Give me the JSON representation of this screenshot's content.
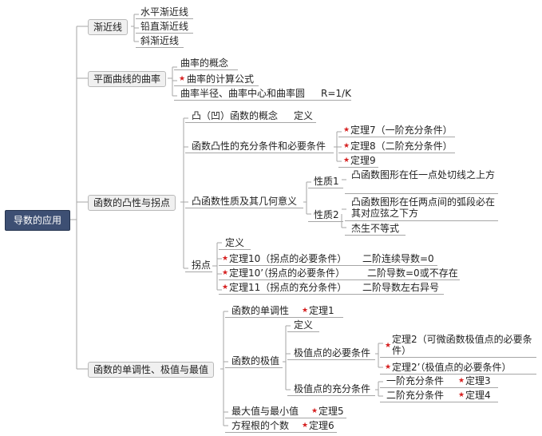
{
  "root": "导数的应用",
  "branches": {
    "asymptote": {
      "label": "渐近线",
      "items": [
        "水平渐近线",
        "铅直渐近线",
        "斜渐近线"
      ]
    },
    "curvature": {
      "label": "平面曲线的曲率",
      "items": [
        "曲率的概念",
        "曲率的计算公式",
        "曲率半径、曲率中心和曲率圆",
        "R=1/K"
      ]
    },
    "convexity": {
      "label": "函数的凸性与拐点",
      "concept": "凸（凹）函数的概念",
      "concept_def": "定义",
      "condition": "函数凸性的充分条件和必要条件",
      "thm7": "定理7（一阶充分条件）",
      "thm8": "定理8（二阶充分条件）",
      "thm9": "定理9",
      "geometry": "凸函数性质及其几何意义",
      "prop1": "性质1",
      "prop1_text": "凸函数图形在任一点处切线之上方",
      "prop2": "性质2",
      "prop2_text": "凸函数图形在任两点间的弧段必在其对应弦之下方",
      "jensen": "杰生不等式",
      "inflection": "拐点",
      "inf_def": "定义",
      "thm10": "定理10（拐点的必要条件）",
      "thm10_note": "二阶连续导数=0",
      "thm10p": "定理10’（拐点的必要条件）",
      "thm10p_note": "二阶导数=0或不存在",
      "thm11": "定理11（拐点的充分条件）",
      "thm11_note": "二阶导数左右异号"
    },
    "monotonic": {
      "label": "函数的单调性、极值与最值",
      "mono": "函数的单调性",
      "thm1": "定理1",
      "extreme": "函数的极值",
      "ext_def": "定义",
      "necessary": "极值点的必要条件",
      "thm2": "定理2（可微函数极值点的必要条件）",
      "thm2p": "定理2’（极值点的必要条件）",
      "sufficient": "极值点的充分条件",
      "first": "一阶充分条件",
      "thm3": "定理3",
      "second": "二阶充分条件",
      "thm4": "定理4",
      "maxmin": "最大值与最小值",
      "thm5": "定理5",
      "roots": "方程根的个数",
      "thm6": "定理6"
    }
  },
  "colors": {
    "root_bg": "#3d4f73",
    "line": "#a6a6a6",
    "star": "#d61f1f",
    "box_bg": "#f0f0f0"
  }
}
